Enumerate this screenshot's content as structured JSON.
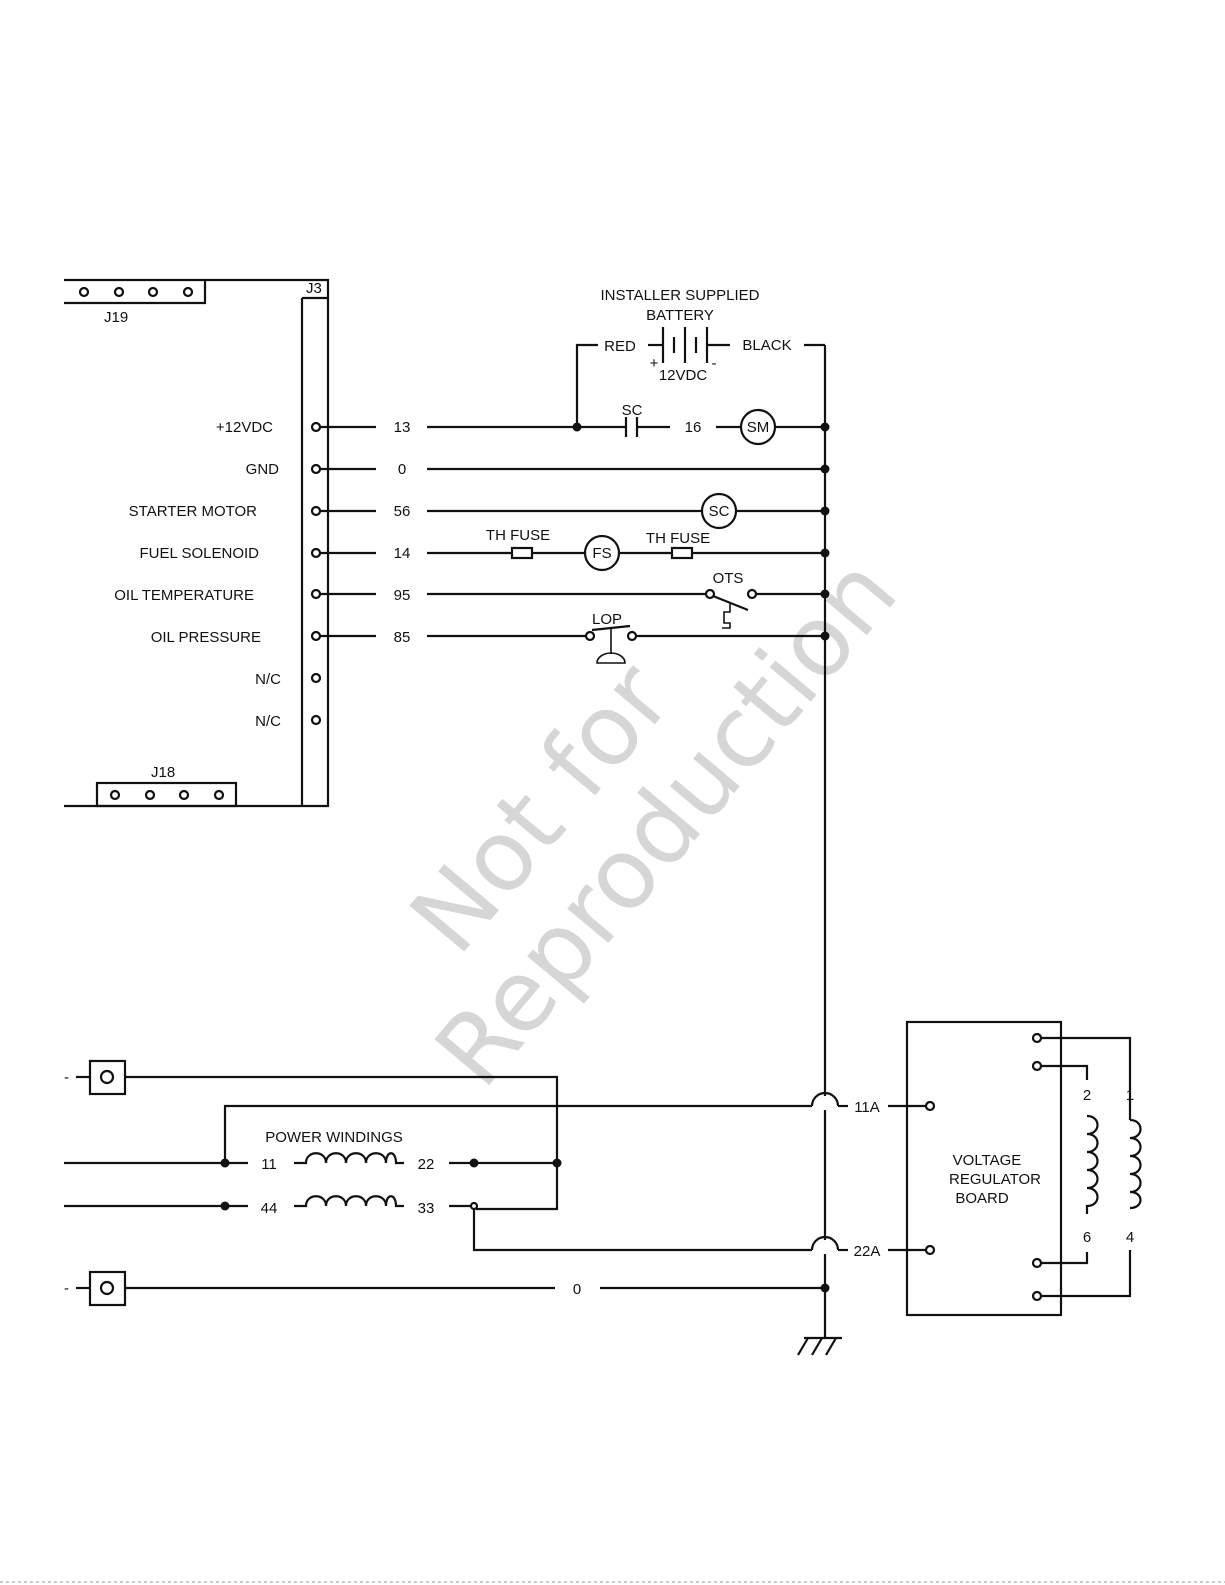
{
  "connectors": {
    "j19": "J19",
    "j3": "J3",
    "j18": "J18"
  },
  "pins": [
    {
      "label": "+12VDC",
      "wire": "13"
    },
    {
      "label": "GND",
      "wire": "0"
    },
    {
      "label": "STARTER MOTOR",
      "wire": "56"
    },
    {
      "label": "FUEL SOLENOID",
      "wire": "14"
    },
    {
      "label": "OIL TEMPERATURE",
      "wire": "95"
    },
    {
      "label": "OIL PRESSURE",
      "wire": "85"
    },
    {
      "label": "N/C",
      "wire": ""
    },
    {
      "label": "N/C",
      "wire": ""
    }
  ],
  "battery": {
    "title_line1": "INSTALLER SUPPLIED",
    "title_line2": "BATTERY",
    "positive_lead": "RED",
    "negative_lead": "BLACK",
    "voltage": "12VDC",
    "plus": "+",
    "minus": "-"
  },
  "components": {
    "starter_contactor_label": "SC",
    "starter_contactor_wire": "16",
    "starter_motor": "SM",
    "starter_contactor_coil": "SC",
    "fuel_solenoid": "FS",
    "thermal_fuse_1": "TH FUSE",
    "thermal_fuse_2": "TH FUSE",
    "oil_temp_switch": "OTS",
    "low_oil_pressure": "LOP"
  },
  "windings": {
    "title": "POWER WINDINGS",
    "lead_11": "11",
    "lead_22": "22",
    "lead_44": "44",
    "lead_33": "33",
    "dash_top": "-",
    "dash_bottom": "-",
    "ground_wire": "0"
  },
  "regulator": {
    "line1": "VOLTAGE",
    "line2": "REGULATOR",
    "line3": "BOARD",
    "input_11a": "11A",
    "input_22a": "22A",
    "winding_lead_2": "2",
    "winding_lead_6": "6",
    "winding_lead_1": "1",
    "winding_lead_4": "4"
  },
  "watermark": {
    "line1": "Not for",
    "line2": "Reproduction"
  }
}
